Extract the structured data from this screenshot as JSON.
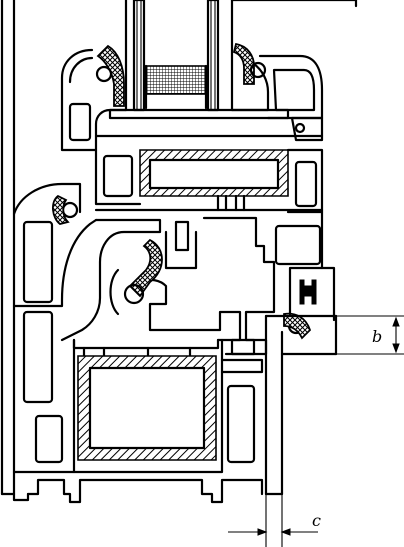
{
  "drawing": {
    "description_tag": "window-frame-profile-cross-section",
    "dimensions": [
      {
        "id": "b",
        "label": "b"
      },
      {
        "id": "c",
        "label": "c"
      }
    ]
  }
}
